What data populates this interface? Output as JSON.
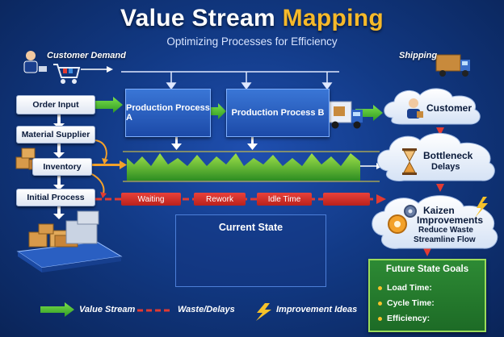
{
  "title": {
    "part1": "Value Stream",
    "part2": "Mapping"
  },
  "subtitle": "Optimizing Processes for Efficiency",
  "labels": {
    "customer_demand": "Customer Demand",
    "shipping": "Shipping"
  },
  "left_flow": [
    "Order Input",
    "Material Supplier",
    "Inventory",
    "Initial Process"
  ],
  "processes": [
    "Production Process A",
    "Production Process B"
  ],
  "waste_items": [
    "Waiting",
    "Rework",
    "Idle Time"
  ],
  "clouds": {
    "customer": "Customer",
    "bottleneck": "Bottleneck",
    "delays": "Delays",
    "kaizen": "Kaizen",
    "improvements": "Improvements",
    "reduce_waste": "Reduce Waste",
    "streamline": "Streamline Flow"
  },
  "current_state": "Current State",
  "future_state": {
    "title": "Future State Goals",
    "items": [
      "Load Time:",
      "Cycle Time:",
      "Efficiency:"
    ]
  },
  "legend": {
    "value_stream": "Value Stream",
    "waste": "Waste/Delays",
    "improvement": "Improvement Ideas"
  },
  "colors": {
    "accent": "#f6b92a",
    "value_stream": "#5ec23a",
    "waste": "#e23b32",
    "process": "#2a5fc2"
  }
}
